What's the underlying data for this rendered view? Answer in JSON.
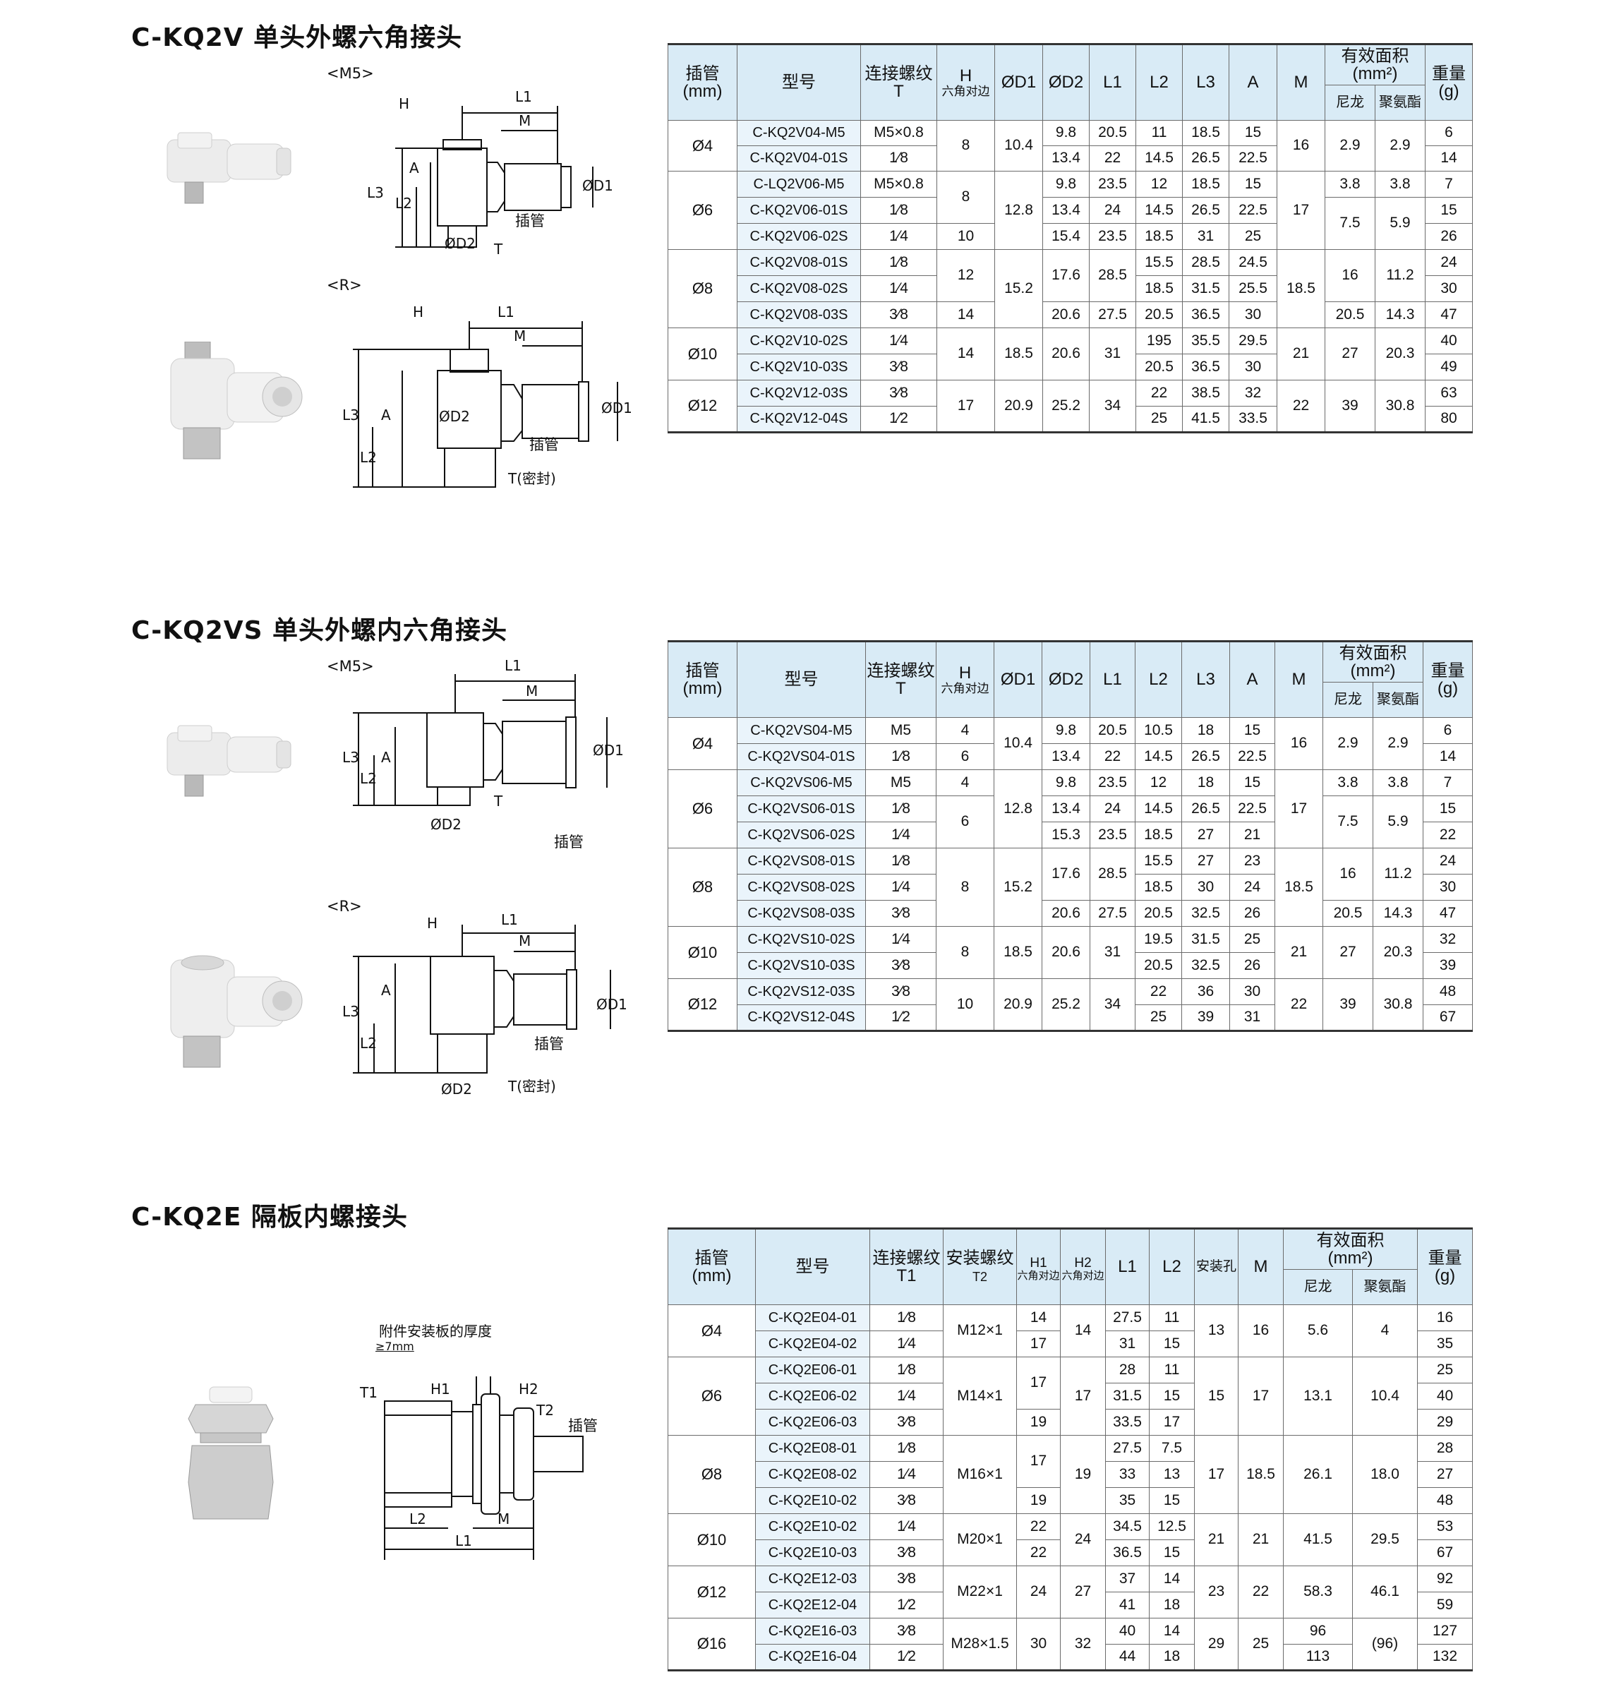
{
  "sections": [
    {
      "title": "C-KQ2V 单头外螺六角接头",
      "views": [
        {
          "label": "<M5>",
          "dims": [
            "L1",
            "M",
            "H",
            "A",
            "L2",
            "L3",
            "ØD1",
            "ØD2",
            "T",
            "插管"
          ]
        },
        {
          "label": "<R>",
          "dims": [
            "L1",
            "M",
            "H",
            "A",
            "L2",
            "L3",
            "ØD1",
            "ØD2",
            "T(密封)",
            "插管"
          ]
        }
      ],
      "headers": {
        "pipe": "插管",
        "pipe_unit": "(mm)",
        "model": "型号",
        "thread": "连接螺纹",
        "thread_sub": "T",
        "h": "H",
        "h_sub": "六角对边",
        "d1": "ØD1",
        "d2": "ØD2",
        "l1": "L1",
        "l2": "L2",
        "l3": "L3",
        "a": "A",
        "m": "M",
        "area": "有效面积",
        "area_unit": "(mm²)",
        "nylon": "尼龙",
        "pu": "聚氨酯",
        "weight": "重量",
        "weight_unit": "(g)"
      },
      "rows": [
        {
          "pipe": "Ø4",
          "model": "C-KQ2V04-M5",
          "t": "M5×0.8",
          "h": "8",
          "d1": "10.4",
          "d2": "9.8",
          "l1": "20.5",
          "l2": "11",
          "l3": "18.5",
          "a": "15",
          "m": "16",
          "ny": "2.9",
          "pu": "2.9",
          "w": "6"
        },
        {
          "model": "C-KQ2V04-01S",
          "t": "1⁄8",
          "d2": "13.4",
          "l1": "22",
          "l2": "14.5",
          "l3": "26.5",
          "a": "22.5",
          "w": "14"
        },
        {
          "pipe": "Ø6",
          "model": "C-LQ2V06-M5",
          "t": "M5×0.8",
          "h": "8",
          "d1": "12.8",
          "d2": "9.8",
          "l1": "23.5",
          "l2": "12",
          "l3": "18.5",
          "a": "15",
          "m": "17",
          "ny": "3.8",
          "pu": "3.8",
          "w": "7"
        },
        {
          "model": "C-KQ2V06-01S",
          "t": "1⁄8",
          "d2": "13.4",
          "l1": "24",
          "l2": "14.5",
          "l3": "26.5",
          "a": "22.5",
          "ny": "7.5",
          "pu": "5.9",
          "w": "15"
        },
        {
          "model": "C-KQ2V06-02S",
          "t": "1⁄4",
          "h": "10",
          "d2": "15.4",
          "l1": "23.5",
          "l2": "18.5",
          "l3": "31",
          "a": "25",
          "w": "26"
        },
        {
          "pipe": "Ø8",
          "model": "C-KQ2V08-01S",
          "t": "1⁄8",
          "h": "12",
          "d1": "15.2",
          "d2": "17.6",
          "l1": "28.5",
          "l2": "15.5",
          "l3": "28.5",
          "a": "24.5",
          "m": "18.5",
          "ny": "16",
          "pu": "11.2",
          "w": "24"
        },
        {
          "model": "C-KQ2V08-02S",
          "t": "1⁄4",
          "l2": "18.5",
          "l3": "31.5",
          "a": "25.5",
          "w": "30"
        },
        {
          "model": "C-KQ2V08-03S",
          "t": "3⁄8",
          "h": "14",
          "d2": "20.6",
          "l1": "27.5",
          "l2": "20.5",
          "l3": "36.5",
          "a": "30",
          "ny": "20.5",
          "pu": "14.3",
          "w": "47"
        },
        {
          "pipe": "Ø10",
          "model": "C-KQ2V10-02S",
          "t": "1⁄4",
          "h": "14",
          "d1": "18.5",
          "d2": "20.6",
          "l1": "31",
          "l2": "195",
          "l3": "35.5",
          "a": "29.5",
          "m": "21",
          "ny": "27",
          "pu": "20.3",
          "w": "40"
        },
        {
          "model": "C-KQ2V10-03S",
          "t": "3⁄8",
          "l2": "20.5",
          "l3": "36.5",
          "a": "30",
          "w": "49"
        },
        {
          "pipe": "Ø12",
          "model": "C-KQ2V12-03S",
          "t": "3⁄8",
          "h": "17",
          "d1": "20.9",
          "d2": "25.2",
          "l1": "34",
          "l2": "22",
          "l3": "38.5",
          "a": "32",
          "m": "22",
          "ny": "39",
          "pu": "30.8",
          "w": "63"
        },
        {
          "model": "C-KQ2V12-04S",
          "t": "1⁄2",
          "l2": "25",
          "l3": "41.5",
          "a": "33.5",
          "w": "80"
        }
      ]
    },
    {
      "title": "C-KQ2VS 单头外螺内六角接头",
      "views": [
        {
          "label": "<M5>",
          "dims": [
            "L1",
            "M",
            "A",
            "L2",
            "L3",
            "ØD1",
            "ØD2",
            "T",
            "插管"
          ]
        },
        {
          "label": "<R>",
          "dims": [
            "L1",
            "M",
            "H",
            "A",
            "L2",
            "L3",
            "ØD1",
            "ØD2",
            "T(密封)",
            "插管"
          ]
        }
      ],
      "rows": [
        {
          "pipe": "Ø4",
          "model": "C-KQ2VS04-M5",
          "t": "M5",
          "h": "4",
          "d1": "10.4",
          "d2": "9.8",
          "l1": "20.5",
          "l2": "10.5",
          "l3": "18",
          "a": "15",
          "m": "16",
          "ny": "2.9",
          "pu": "2.9",
          "w": "6"
        },
        {
          "model": "C-KQ2VS04-01S",
          "t": "1⁄8",
          "h": "6",
          "d2": "13.4",
          "l1": "22",
          "l2": "14.5",
          "l3": "26.5",
          "a": "22.5",
          "w": "14"
        },
        {
          "pipe": "Ø6",
          "model": "C-KQ2VS06-M5",
          "t": "M5",
          "h": "4",
          "d1": "12.8",
          "d2": "9.8",
          "l1": "23.5",
          "l2": "12",
          "l3": "18",
          "a": "15",
          "m": "17",
          "ny": "3.8",
          "pu": "3.8",
          "w": "7"
        },
        {
          "model": "C-KQ2VS06-01S",
          "t": "1⁄8",
          "h": "6",
          "d2": "13.4",
          "l1": "24",
          "l2": "14.5",
          "l3": "26.5",
          "a": "22.5",
          "ny": "7.5",
          "pu": "5.9",
          "w": "15"
        },
        {
          "model": "C-KQ2VS06-02S",
          "t": "1⁄4",
          "d2": "15.3",
          "l1": "23.5",
          "l2": "18.5",
          "l3": "27",
          "a": "21",
          "w": "22"
        },
        {
          "pipe": "Ø8",
          "model": "C-KQ2VS08-01S",
          "t": "1⁄8",
          "h": "8",
          "d1": "15.2",
          "d2": "17.6",
          "l1": "28.5",
          "l2": "15.5",
          "l3": "27",
          "a": "23",
          "m": "18.5",
          "ny": "16",
          "pu": "11.2",
          "w": "24"
        },
        {
          "model": "C-KQ2VS08-02S",
          "t": "1⁄4",
          "l2": "18.5",
          "l3": "30",
          "a": "24",
          "w": "30"
        },
        {
          "model": "C-KQ2VS08-03S",
          "t": "3⁄8",
          "d2": "20.6",
          "l1": "27.5",
          "l2": "20.5",
          "l3": "32.5",
          "a": "26",
          "ny": "20.5",
          "pu": "14.3",
          "w": "47"
        },
        {
          "pipe": "Ø10",
          "model": "C-KQ2VS10-02S",
          "t": "1⁄4",
          "h": "8",
          "d1": "18.5",
          "d2": "20.6",
          "l1": "31",
          "l2": "19.5",
          "l3": "31.5",
          "a": "25",
          "m": "21",
          "ny": "27",
          "pu": "20.3",
          "w": "32"
        },
        {
          "model": "C-KQ2VS10-03S",
          "t": "3⁄8",
          "l2": "20.5",
          "l3": "32.5",
          "a": "26",
          "w": "39"
        },
        {
          "pipe": "Ø12",
          "model": "C-KQ2VS12-03S",
          "t": "3⁄8",
          "h": "10",
          "d1": "20.9",
          "d2": "25.2",
          "l1": "34",
          "l2": "22",
          "l3": "36",
          "a": "30",
          "m": "22",
          "ny": "39",
          "pu": "30.8",
          "w": "48"
        },
        {
          "model": "C-KQ2VS12-04S",
          "t": "1⁄2",
          "l2": "25",
          "l3": "39",
          "a": "31",
          "w": "67"
        }
      ]
    },
    {
      "title": "C-KQ2E 隔板内螺接头",
      "note": "附件安装板的厚度",
      "note_sub": "≥7mm",
      "dims": [
        "T1",
        "H1",
        "H2",
        "T2",
        "插管",
        "L2",
        "M",
        "L1"
      ],
      "headers": {
        "pipe": "插管",
        "pipe_unit": "(mm)",
        "model": "型号",
        "t1": "连接螺纹",
        "t1_sub": "T1",
        "t2": "安装螺纹",
        "t2_sub": "T2",
        "h1": "H1",
        "h1_sub": "六角对边",
        "h2": "H2",
        "h2_sub": "六角对边",
        "l1": "L1",
        "l2": "L2",
        "hole": "安装孔",
        "m": "M",
        "area": "有效面积",
        "area_unit": "(mm²)",
        "nylon": "尼龙",
        "pu": "聚氨酯",
        "weight": "重量",
        "weight_unit": "(g)"
      },
      "rows": [
        {
          "pipe": "Ø4",
          "model": "C-KQ2E04-01",
          "t1": "1⁄8",
          "t2": "M12×1",
          "h1": "14",
          "h2": "14",
          "l1": "27.5",
          "l2": "11",
          "hole": "13",
          "m": "16",
          "ny": "5.6",
          "pu": "4",
          "w": "16"
        },
        {
          "model": "C-KQ2E04-02",
          "t1": "1⁄4",
          "h1": "17",
          "l1": "31",
          "l2": "15",
          "w": "35"
        },
        {
          "pipe": "Ø6",
          "model": "C-KQ2E06-01",
          "t1": "1⁄8",
          "t2": "M14×1",
          "h1": "17",
          "h2": "17",
          "l1": "28",
          "l2": "11",
          "hole": "15",
          "m": "17",
          "ny": "13.1",
          "pu": "10.4",
          "w": "25"
        },
        {
          "model": "C-KQ2E06-02",
          "t1": "1⁄4",
          "l1": "31.5",
          "l2": "15",
          "w": "40"
        },
        {
          "model": "C-KQ2E06-03",
          "t1": "3⁄8",
          "h1": "19",
          "l1": "33.5",
          "l2": "17",
          "w": "29"
        },
        {
          "pipe": "Ø8",
          "model": "C-KQ2E08-01",
          "t1": "1⁄8",
          "t2": "M16×1",
          "h1": "17",
          "h2": "19",
          "l1": "27.5",
          "l2": "7.5",
          "hole": "17",
          "m": "18.5",
          "ny": "26.1",
          "pu": "18.0",
          "w": "28"
        },
        {
          "model": "C-KQ2E08-02",
          "t1": "1⁄4",
          "l1": "33",
          "l2": "13",
          "w": "27"
        },
        {
          "model": "C-KQ2E10-02",
          "t1": "3⁄8",
          "h1": "19",
          "l1": "35",
          "l2": "15",
          "w": "48"
        },
        {
          "pipe": "Ø10",
          "model": "C-KQ2E10-02",
          "t1": "1⁄4",
          "t2": "M20×1",
          "h1": "22",
          "h2": "24",
          "l1": "34.5",
          "l2": "12.5",
          "hole": "21",
          "m": "21",
          "ny": "41.5",
          "pu": "29.5",
          "w": "53"
        },
        {
          "model": "C-KQ2E10-03",
          "t1": "3⁄8",
          "h1": "22",
          "l1": "36.5",
          "l2": "15",
          "w": "67"
        },
        {
          "pipe": "Ø12",
          "model": "C-KQ2E12-03",
          "t1": "3⁄8",
          "t2": "M22×1",
          "h1": "24",
          "h2": "27",
          "l1": "37",
          "l2": "14",
          "hole": "23",
          "m": "22",
          "ny": "58.3",
          "pu": "46.1",
          "w": "92"
        },
        {
          "model": "C-KQ2E12-04",
          "t1": "1⁄2",
          "l1": "41",
          "l2": "18",
          "w": "59"
        },
        {
          "pipe": "Ø16",
          "model": "C-KQ2E16-03",
          "t1": "3⁄8",
          "t2": "M28×1.5",
          "h1": "30",
          "h2": "32",
          "l1": "40",
          "l2": "14",
          "hole": "29",
          "m": "25",
          "ny": "96",
          "pu": "(96)",
          "w": "127"
        },
        {
          "model": "C-KQ2E16-04",
          "t1": "1⁄2",
          "l1": "44",
          "l2": "18",
          "ny": "113",
          "w": "132"
        }
      ]
    }
  ],
  "colors": {
    "header_bg": "#d9ebf6",
    "model_bg": "#eaf4fb",
    "line": "#6b6b6b",
    "fitting": "#e9ecec"
  }
}
